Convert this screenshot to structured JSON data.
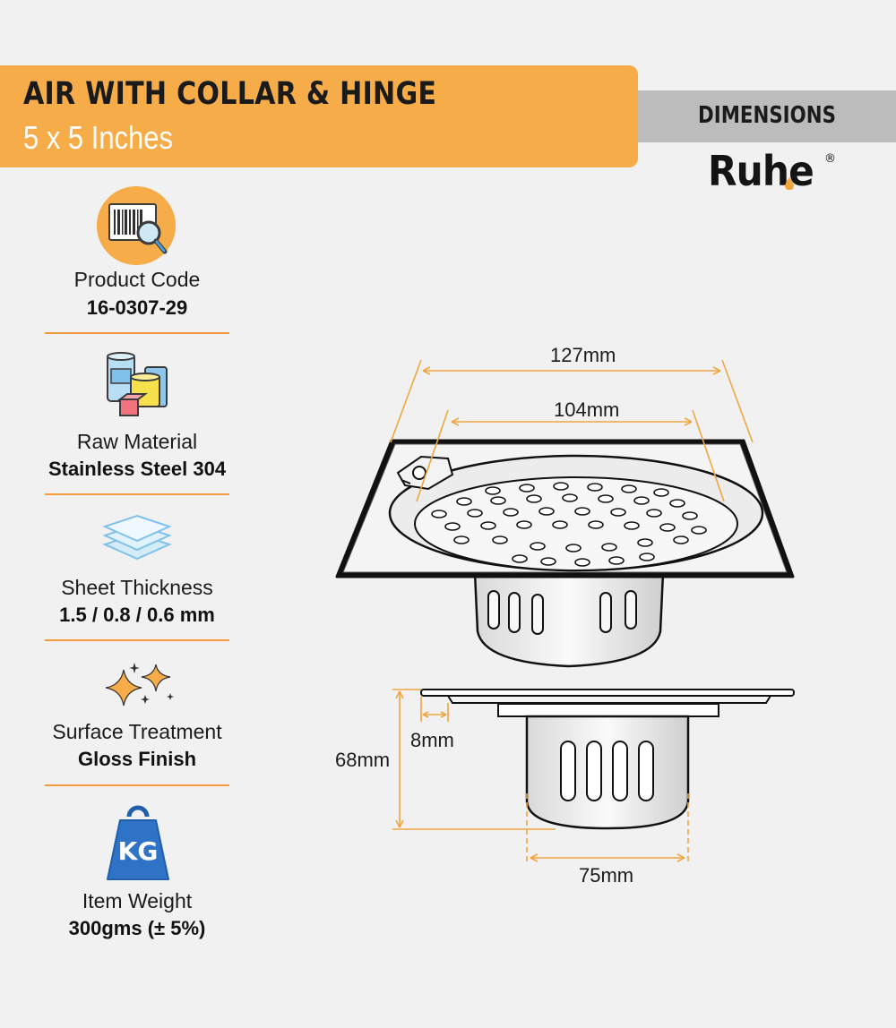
{
  "header": {
    "title": "AIR WITH COLLAR & HINGE",
    "subtitle": "5 x 5 Inches"
  },
  "dimensions_badge": "DIMENSIONS",
  "brand": {
    "name": "Ruhe",
    "registered": "®"
  },
  "specs": [
    {
      "icon": "barcode-search-icon",
      "label": "Product Code",
      "value": "16-0307-29"
    },
    {
      "icon": "material-cans-icon",
      "label": "Raw Material",
      "value": "Stainless Steel 304"
    },
    {
      "icon": "stacked-sheets-icon",
      "label": "Sheet Thickness",
      "value": "1.5 / 0.8 / 0.6 mm"
    },
    {
      "icon": "sparkles-icon",
      "label": "Surface Treatment",
      "value": "Gloss Finish"
    },
    {
      "icon": "kg-weight-icon",
      "label": "Item Weight",
      "value": "300gms (± 5%)"
    }
  ],
  "kg_text": "KG",
  "measurements": {
    "outer_width": "127mm",
    "grate_diameter": "104mm",
    "height": "68mm",
    "collar": "8mm",
    "pipe_diameter": "75mm"
  },
  "colors": {
    "accent": "#f6ac48",
    "divider": "#f29b3b",
    "dimension_line": "#f0a640",
    "badge_gray": "#bcbcbc",
    "background": "#f1f1f1"
  }
}
